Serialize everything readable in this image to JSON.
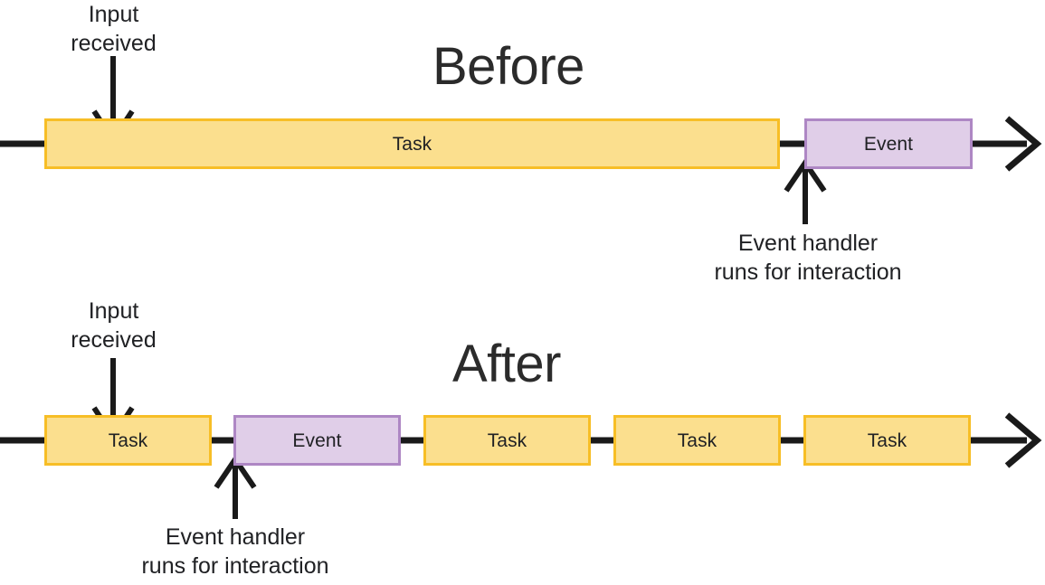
{
  "diagram": {
    "title_before": "Before",
    "title_after": "After",
    "colors": {
      "task_fill": "#fbdf8e",
      "task_border": "#f7be26",
      "event_fill": "#e0cee8",
      "event_border": "#ae87c4",
      "line": "#1a1a1a",
      "text": "#202124",
      "background": "#ffffff"
    }
  },
  "labels": {
    "input_received": "Input\nreceived",
    "event_handler": "Event handler\nruns for interaction",
    "task": "Task",
    "event": "Event"
  },
  "before": {
    "title": "Before",
    "blocks": [
      {
        "type": "task",
        "label": "Task"
      },
      {
        "type": "event",
        "label": "Event"
      }
    ],
    "annotations": [
      {
        "name": "input-received",
        "text": "Input\nreceived",
        "direction": "down"
      },
      {
        "name": "event-handler",
        "text": "Event handler\nruns for interaction",
        "direction": "up"
      }
    ]
  },
  "after": {
    "title": "After",
    "blocks": [
      {
        "type": "task",
        "label": "Task"
      },
      {
        "type": "event",
        "label": "Event"
      },
      {
        "type": "task",
        "label": "Task"
      },
      {
        "type": "task",
        "label": "Task"
      },
      {
        "type": "task",
        "label": "Task"
      }
    ],
    "annotations": [
      {
        "name": "input-received",
        "text": "Input\nreceived",
        "direction": "down"
      },
      {
        "name": "event-handler",
        "text": "Event handler\nruns for interaction",
        "direction": "up"
      }
    ]
  }
}
